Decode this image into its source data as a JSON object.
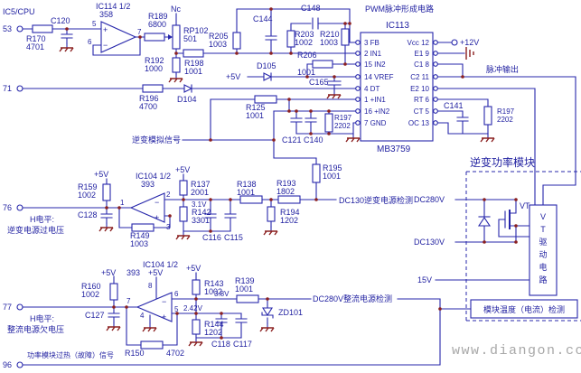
{
  "schematic": {
    "watermark": "www.diangon.com",
    "terminals": {
      "ic5": "IC5/CPU",
      "t53": "53",
      "t71": "71",
      "t76": "76",
      "t77": "77",
      "t96": "96"
    },
    "power": {
      "p5v": "+5V",
      "p12v": "+12V",
      "p15v": "15V",
      "nc": "Nc",
      "dc280": "DC280V",
      "dc130": "DC130V"
    },
    "ic113": {
      "title": "PWM脉冲形成电路",
      "name": "IC113",
      "part": "MB3759",
      "left_pins": [
        "3 FB",
        "2 IN1",
        "15 IN2",
        "14 VREF",
        "4 DT",
        "1 +IN1",
        "16 +IN2",
        "7 GND"
      ],
      "right_pins": [
        "Vcc 12",
        "E1 9",
        "C1 8",
        "C2 11",
        "E2 10",
        "RT 6",
        "CT 5",
        "OC 13"
      ]
    },
    "ic114": {
      "name": "IC114 1/2",
      "part": "358",
      "p5": "5",
      "p6": "6",
      "p7": "7"
    },
    "ic104a": {
      "name": "IC104 1/2",
      "part": "393",
      "p1": "1",
      "p2": "2",
      "p3": "3"
    },
    "ic104b": {
      "name": "IC104 1/2",
      "part": "393",
      "p4": "4",
      "p5": "5",
      "p6": "6",
      "p7": "7",
      "p8": "8"
    },
    "components": {
      "r170": [
        "R170",
        "4701"
      ],
      "c120": [
        "C120"
      ],
      "r189": [
        "R189",
        "6800"
      ],
      "rp102": [
        "RP102",
        "501"
      ],
      "r192": [
        "R192",
        "1000"
      ],
      "r198": [
        "R198",
        "1001"
      ],
      "r205": [
        "R205",
        "1003"
      ],
      "c144": [
        "C144"
      ],
      "c148": [
        "C148"
      ],
      "r203": [
        "R203",
        "1002"
      ],
      "r210": [
        "R210",
        "1003"
      ],
      "r206": [
        "R206",
        "1001"
      ],
      "d105": [
        "D105"
      ],
      "c165": [
        "C165"
      ],
      "r196": [
        "R196",
        "4700"
      ],
      "d104": [
        "D104"
      ],
      "r125": [
        "R125",
        "1001"
      ],
      "c121": [
        "C121"
      ],
      "c140": [
        "C140"
      ],
      "r197m": [
        "R197",
        "2202"
      ],
      "r195": [
        "R195",
        "1001"
      ],
      "c141": [
        "C141"
      ],
      "r197r": [
        "R197",
        "2202"
      ],
      "r159": [
        "R159",
        "1002"
      ],
      "c128": [
        "C128"
      ],
      "r149": [
        "R149",
        "1003"
      ],
      "r137": [
        "R137",
        "2001"
      ],
      "r142": [
        "R142",
        "3301"
      ],
      "c116": [
        "C116"
      ],
      "c115": [
        "C115"
      ],
      "r138": [
        "R138",
        "1001"
      ],
      "r194": [
        "R194",
        "1202"
      ],
      "r193": [
        "R193",
        "1802"
      ],
      "r160": [
        "R160",
        "1002"
      ],
      "c127": [
        "C127"
      ],
      "r150": [
        "R150",
        "4702"
      ],
      "r143": [
        "R143",
        "1002"
      ],
      "r144": [
        "R144",
        "1202"
      ],
      "c118": [
        "C118"
      ],
      "c117": [
        "C117"
      ],
      "r139": [
        "R139",
        "1001"
      ],
      "zd101": [
        "ZD101"
      ]
    },
    "nets": {
      "pulse_out": "脉冲输出",
      "inv_analog": "逆变模拟信号",
      "dc130_detect": "DC130逆变电源检测",
      "dc280_detect": "DC280V整流电源检测",
      "h_level": "H电平:",
      "inv_over": "逆变电源过电压",
      "rect_under": "整流电源欠电压",
      "fault96": "功率模块过热（故障）信号",
      "module_box": "逆变功率模块",
      "vt": "VT",
      "vt_drive_chars": [
        "V",
        "T",
        "驱",
        "动",
        "电",
        "路"
      ],
      "temp_box": "模块温度（电流）检测",
      "v31": "3.1V",
      "v38": "3.8V",
      "v242": "2.42V"
    }
  }
}
